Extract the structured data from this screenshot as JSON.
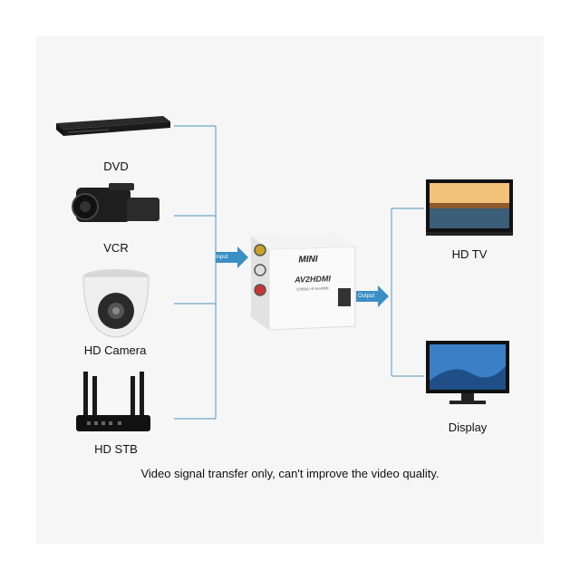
{
  "sources": [
    {
      "id": "dvd",
      "label": "DVD",
      "icon": "dvd-player-icon"
    },
    {
      "id": "vcr",
      "label": "VCR",
      "icon": "camcorder-icon"
    },
    {
      "id": "camera",
      "label": "HD Camera",
      "icon": "dome-camera-icon"
    },
    {
      "id": "stb",
      "label": "HD STB",
      "icon": "router-icon"
    }
  ],
  "converter": {
    "brand": "MINI",
    "model": "AV2HDMI",
    "subtitle": "CVBS/L+R to HDMI"
  },
  "arrows": {
    "input": "Input",
    "output": "Output"
  },
  "outputs": [
    {
      "id": "hdtv",
      "label": "HD TV",
      "icon": "tv-icon"
    },
    {
      "id": "display",
      "label": "Display",
      "icon": "monitor-icon"
    }
  ],
  "note": "Video signal transfer only, can't improve the video quality.",
  "colors": {
    "connector": "#6fa8c8",
    "arrow": "#3a8fc4",
    "panel": "#f6f6f6"
  }
}
